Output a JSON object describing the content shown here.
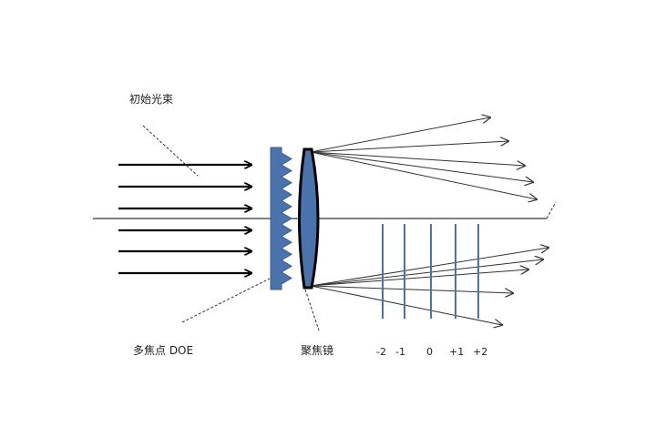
{
  "labels": {
    "initial_beam": "初始光束",
    "multifocal_doe": "多焦点 DOE",
    "focusing_lens": "聚焦镜"
  },
  "orders": [
    "-2",
    "-1",
    "0",
    "+1",
    "+2"
  ],
  "colors": {
    "doe_fill": "#4a72ad",
    "lens_fill": "#4a72ad",
    "focal_line": "#4a72ad",
    "ray": "#333333",
    "beam_arrow": "#000000"
  }
}
